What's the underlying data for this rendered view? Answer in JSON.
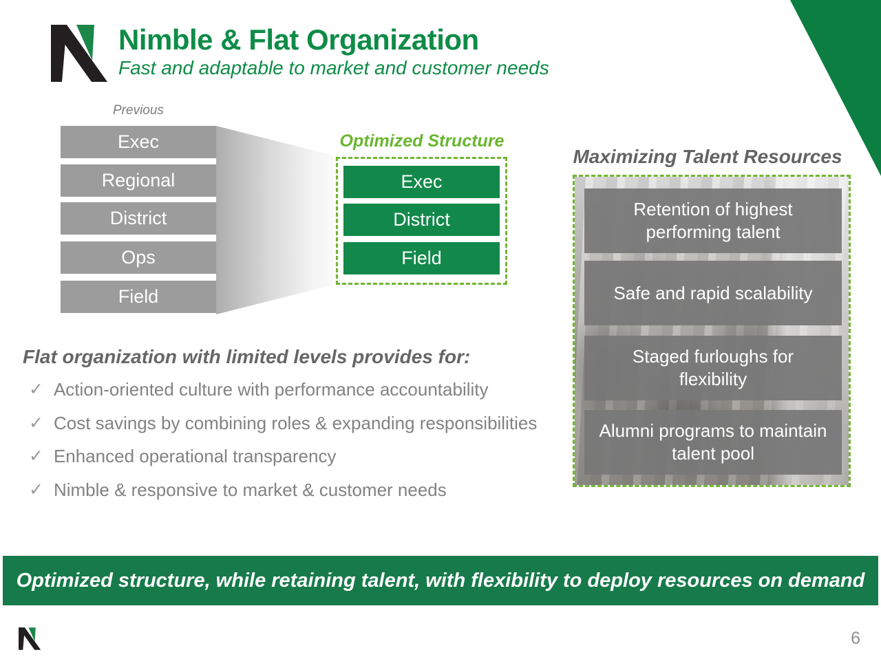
{
  "slide": {
    "title": "Nimble & Flat Organization",
    "subtitle": "Fast and adaptable to market and customer needs",
    "footer_banner": "Optimized structure, while retaining talent, with flexibility to deploy resources on demand",
    "page_number": "6"
  },
  "previous_structure": {
    "label": "Previous",
    "levels": [
      "Exec",
      "Regional",
      "District",
      "Ops",
      "Field"
    ]
  },
  "optimized_structure": {
    "label": "Optimized Structure",
    "levels": [
      "Exec",
      "District",
      "Field"
    ]
  },
  "talent_panel": {
    "heading": "Maximizing Talent Resources",
    "items": [
      "Retention of highest performing talent",
      "Safe and rapid scalability",
      "Staged furloughs for flexibility",
      "Alumni programs to maintain talent pool"
    ]
  },
  "flat_org": {
    "heading": "Flat organization with limited levels provides for:",
    "bullet_glyph": "✓",
    "bullets": [
      "Action-oriented culture with performance accountability",
      "Cost savings by combining roles & expanding responsibilities",
      "Enhanced operational transparency",
      "Nimble & responsive to market & customer needs"
    ]
  },
  "colors": {
    "title_green": "#0e8c47",
    "solid_box_green": "#12894a",
    "light_green_accent": "#70b62f",
    "footer_green": "#177a4a",
    "corner_green": "#0c7e42",
    "stack_gray": "#9c9c9c",
    "overlay_gray": "#787878",
    "heading_gray": "#636363",
    "bullet_gray": "#828282"
  }
}
